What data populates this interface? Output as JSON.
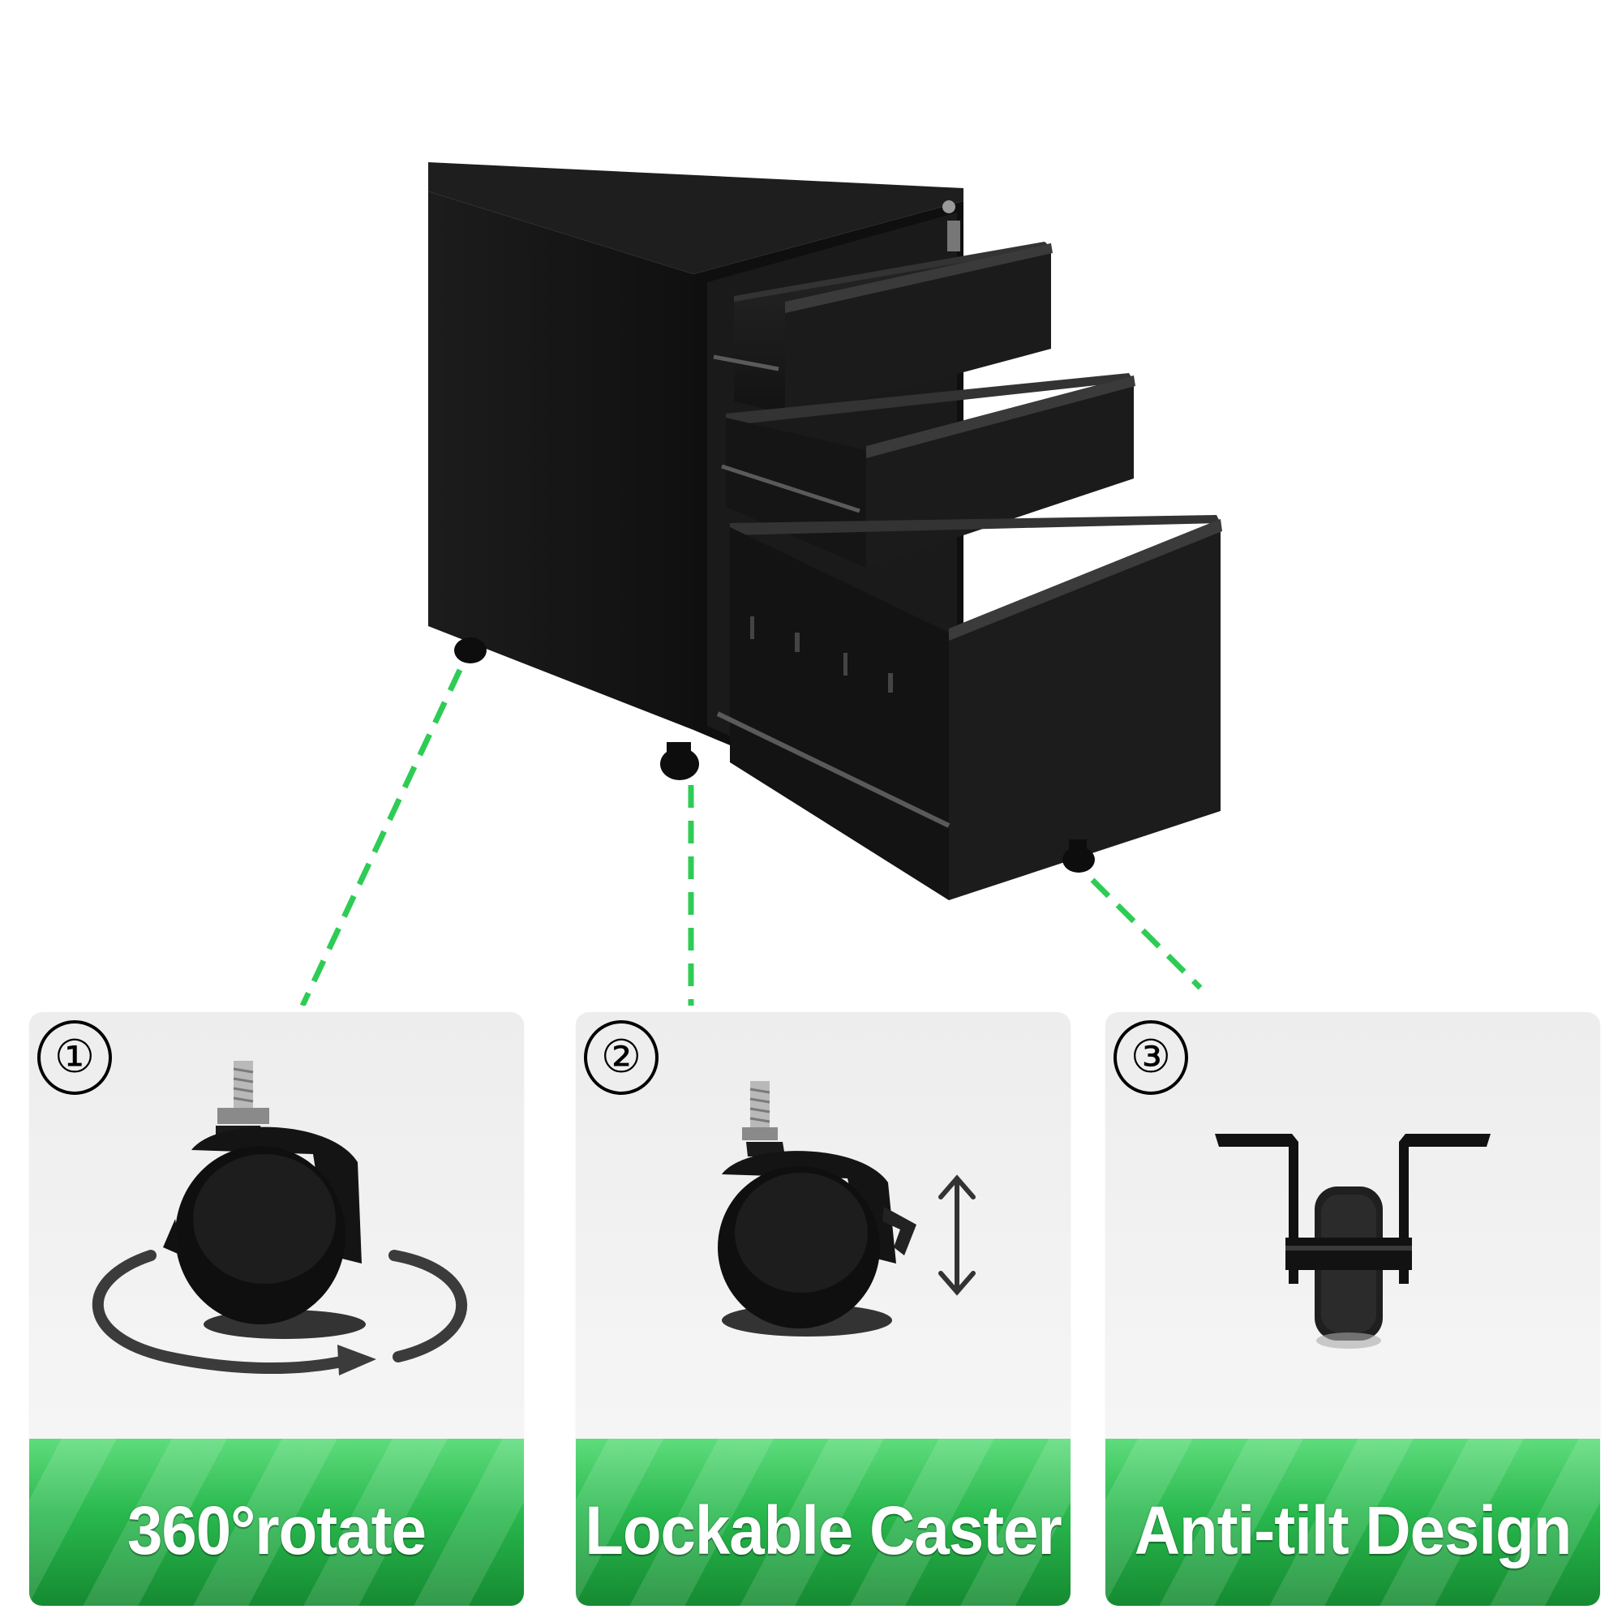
{
  "features": [
    {
      "number": "①",
      "label": "360°rotate",
      "icon": "swivel-caster-icon"
    },
    {
      "number": "②",
      "label": "Lockable Caster",
      "icon": "lockable-caster-icon"
    },
    {
      "number": "③",
      "label": "Anti-tilt Design",
      "icon": "anti-tilt-wheel-icon"
    }
  ],
  "colors": {
    "connector": "#2ecc55",
    "banner_top": "#5fdc7c",
    "banner_bottom": "#158a31",
    "cabinet": "#141414"
  }
}
